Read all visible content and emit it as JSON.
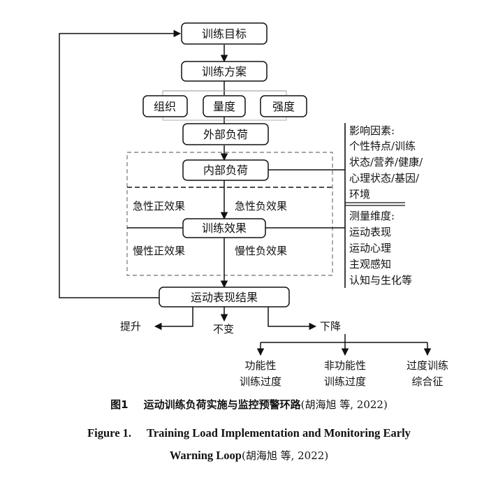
{
  "diagram": {
    "nodes": {
      "goal": "训练目标",
      "plan": "训练方案",
      "organize": "组织",
      "volume": "量度",
      "intensity": "强度",
      "external_load": "外部负荷",
      "internal_load": "内部负荷",
      "training_effect": "训练效果",
      "result": "运动表现结果"
    },
    "effects": {
      "acute_positive": "急性正效果",
      "acute_negative": "急性负效果",
      "chronic_positive": "慢性正效果",
      "chronic_negative": "慢性负效果"
    },
    "factors": {
      "lines": [
        "影响因素:",
        "个性特点/训练",
        "状态/营养/健康/",
        "心理状态/基因/",
        "环境"
      ]
    },
    "measures": {
      "lines": [
        "测量维度:",
        "运动表现",
        "运动心理",
        "主观感知",
        "认知与生化等"
      ]
    },
    "outcomes": {
      "improve": "提升",
      "unchanged": "不变",
      "decline": "下降"
    },
    "decline_branches": [
      [
        "功能性",
        "训练过度"
      ],
      [
        "非功能性",
        "训练过度"
      ],
      [
        "过度训练",
        "综合征"
      ]
    ]
  },
  "caption": {
    "cn_label": "图1",
    "cn_title": "运动训练负荷实施与监控预警环路",
    "cn_ref": "(胡海旭 等, 2022)",
    "en_label": "Figure 1.",
    "en_title_line1": "Training Load Implementation and Monitoring Early",
    "en_title_line2": "Warning Loop",
    "en_ref": "(胡海旭 等, 2022)"
  }
}
